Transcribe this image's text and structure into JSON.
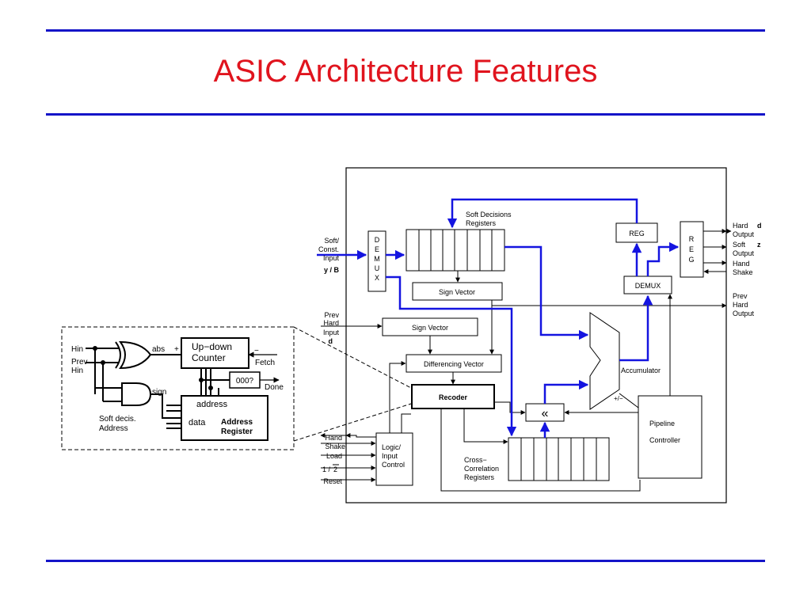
{
  "slide": {
    "title": "ASIC Architecture Features"
  },
  "diagram": {
    "labels": {
      "input_soft": "Soft/",
      "input_const": "Const.",
      "input_input": "Input",
      "input_yb": "y / B",
      "demux_left_letters": [
        "D",
        "E",
        "M",
        "U",
        "X"
      ],
      "soft_decisions_1": "Soft Decisions",
      "soft_decisions_2": "Registers",
      "reg_top": "REG",
      "reg_right_letters": [
        "R",
        "E",
        "G"
      ],
      "sign_vector_upper": "Sign Vector",
      "sign_vector_lower": "Sign Vector",
      "prev_hard_input_1": "Prev",
      "prev_hard_input_2": "Hard",
      "prev_hard_input_3": "Input",
      "prev_hard_input_4": "d",
      "differencing_vector": "Differencing Vector",
      "recoder": "Recoder",
      "demux_right": "DEMUX",
      "accumulator": "Accumulator",
      "plus_minus": "+/−",
      "pipeline_1": "Pipeline",
      "pipeline_2": "Controller",
      "hard_output_1": "Hard",
      "hard_output_d": "d",
      "hard_output_2": "Output",
      "soft_output_1": "Soft",
      "soft_output_z": "z",
      "soft_output_2": "Output",
      "hand_shake_out_1": "Hand",
      "hand_shake_out_2": "Shake",
      "prev_hard_output_1": "Prev",
      "prev_hard_output_2": "Hard",
      "prev_hard_output_3": "Output",
      "hand_in_1": "Hand",
      "shake_in": "Shake",
      "load": "Load",
      "half_num": "1 / ",
      "half_den": "2",
      "reset": "Reset",
      "logic_1": "Logic/",
      "logic_2": "Input",
      "logic_3": "Control",
      "cross_1": "Cross−",
      "cross_2": "Correlation",
      "cross_3": "Registers",
      "shift_symbol": "«"
    },
    "inset": {
      "hin": "Hin",
      "prev": "Prev",
      "hin2": "Hin",
      "abs": "abs",
      "plus": "+",
      "minus": "−",
      "updown_1": "Up−down",
      "updown_2": "Counter",
      "fetch": "Fetch",
      "zero_test": "000?",
      "done": "Done",
      "sign": "sign",
      "address": "address",
      "soft_decis": "Soft decis.",
      "address_in": "Address",
      "data": "data",
      "addr_reg_1": "Address",
      "addr_reg_2": "Register"
    }
  }
}
